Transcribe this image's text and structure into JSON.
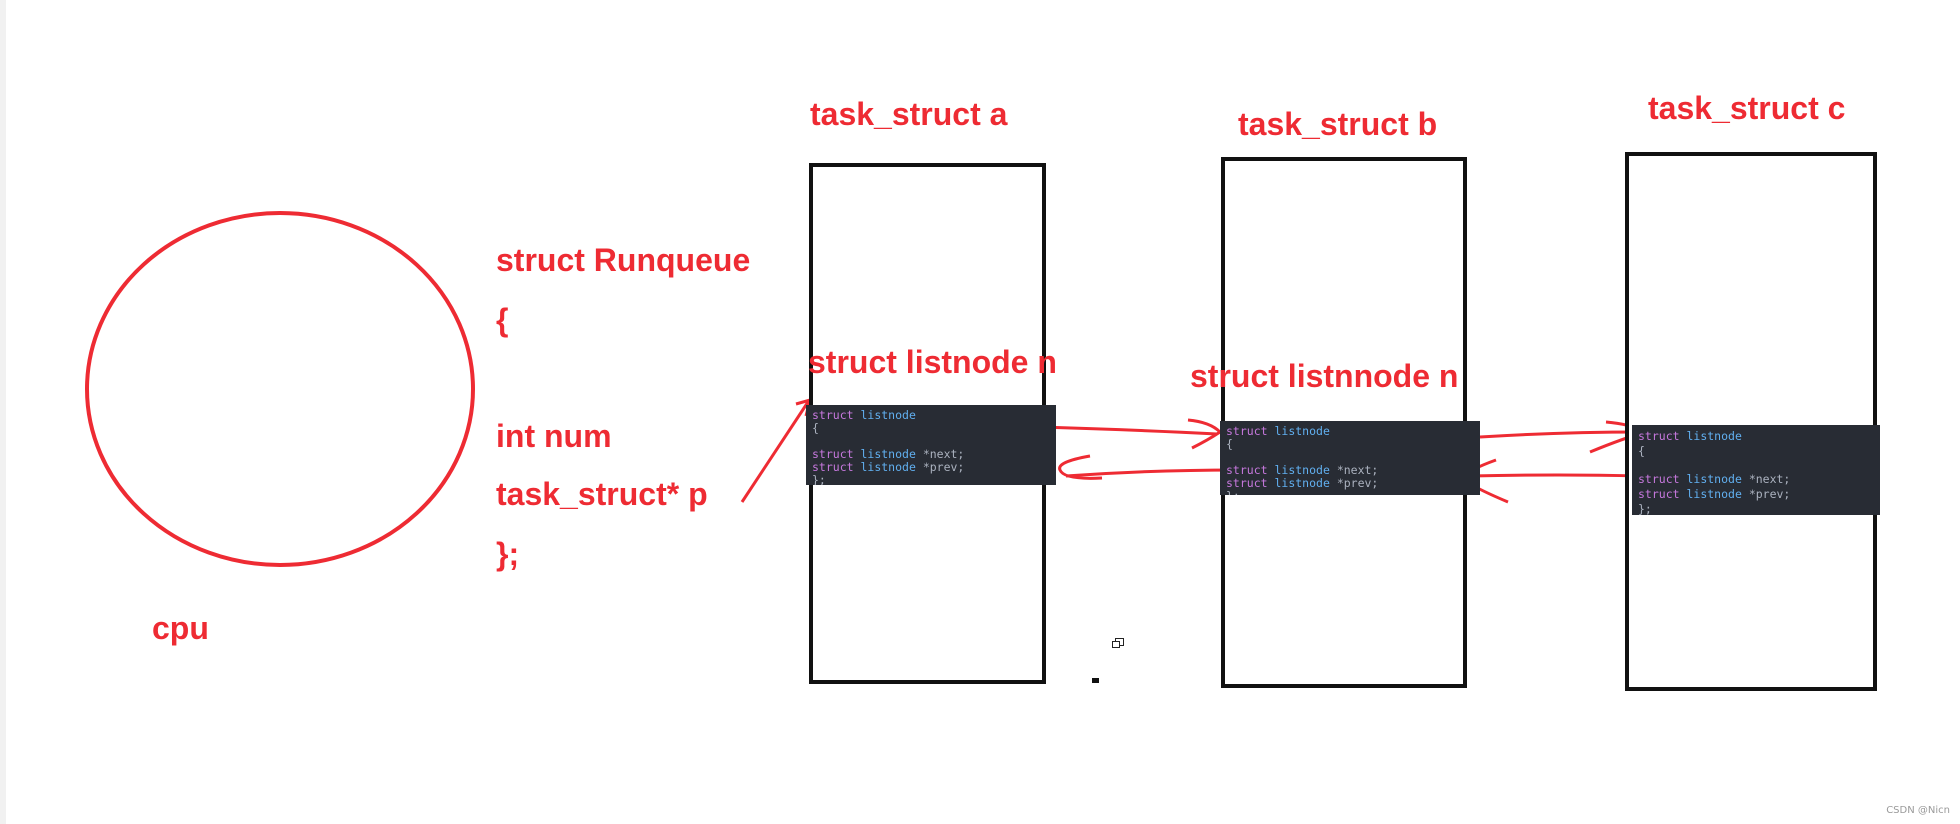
{
  "cpu_label": "cpu",
  "runqueue": {
    "line1": "struct Runqueue",
    "line2": "{",
    "line3": "int num",
    "line4": "task_struct* p",
    "line5": "};"
  },
  "tasks": [
    {
      "title": "task_struct a",
      "node_label": "struct listnode n",
      "code": {
        "l1_kw": "struct",
        "l1_ty": "listnode",
        "l2": "{",
        "l3_kw": "struct",
        "l3_ty": "listnode",
        "l3_rest": "*next;",
        "l4_kw": "struct",
        "l4_ty": "listnode",
        "l4_rest": "*prev;",
        "l5": "};"
      }
    },
    {
      "title": "task_struct b",
      "node_label": "struct listnnode n",
      "code": {
        "l1_kw": "struct",
        "l1_ty": "listnode",
        "l2": "{",
        "l3_kw": "struct",
        "l3_ty": "listnode",
        "l3_rest": "*next;",
        "l4_kw": "struct",
        "l4_ty": "listnode",
        "l4_rest": "*prev;",
        "l5": "};"
      }
    },
    {
      "title": "task_struct c",
      "code": {
        "l1_kw": "struct",
        "l1_ty": "listnode",
        "l2": "{",
        "l3_kw": "struct",
        "l3_ty": "listnode",
        "l3_rest": "*next;",
        "l4_kw": "struct",
        "l4_ty": "listnode",
        "l4_rest": "*prev;",
        "l5": "};"
      }
    }
  ],
  "watermark": "CSDN @Nicn",
  "colors": {
    "annotation_red": "#ee2b33",
    "box_border": "#111111",
    "code_bg": "#282c34",
    "code_keyword": "#c678dd",
    "code_type": "#61afef",
    "code_plain": "#abb2bf"
  }
}
